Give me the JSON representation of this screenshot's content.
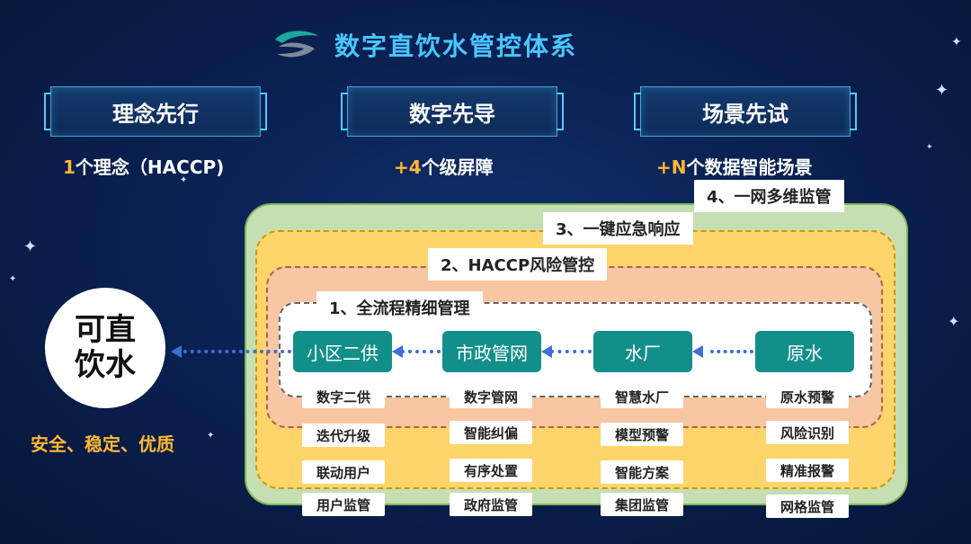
{
  "title": "数字直饮水管控体系",
  "panels": [
    {
      "label": "理念先行",
      "highlight": "1",
      "text": "个理念（HACCP)"
    },
    {
      "label": "数字先导",
      "highlight": "+4",
      "text": "个级屏障"
    },
    {
      "label": "场景先试",
      "highlight": "+N",
      "text": "个数据智能场景"
    }
  ],
  "zones": {
    "l1": "1、全流程精细管理",
    "l2": "2、HACCP风险管控",
    "l3": "3、一键应急响应",
    "l4": "4、一网多维监管"
  },
  "nodes": [
    "小区二供",
    "市政管网",
    "水厂",
    "原水"
  ],
  "circle": {
    "line1": "可直",
    "line2": "饮水"
  },
  "quality": "安全、稳定、优质",
  "tags": [
    [
      "数字二供",
      "数字管网",
      "智慧水厂",
      "原水预警"
    ],
    [
      "迭代升级",
      "智能纠偏",
      "模型预警",
      "风险识别"
    ],
    [
      "联动用户",
      "有序处置",
      "智能方案",
      "精准报警"
    ],
    [
      "用户监管",
      "政府监管",
      "集团监管",
      "网格监管"
    ]
  ],
  "colors": {
    "title": "#49c6ff",
    "highlight": "#ffb733",
    "node": "#138f8b",
    "arrow": "#3d6fd6",
    "zone_green": "#c5dfb3",
    "zone_yellow": "#fdd56a",
    "zone_peach": "#f7c6a2"
  }
}
